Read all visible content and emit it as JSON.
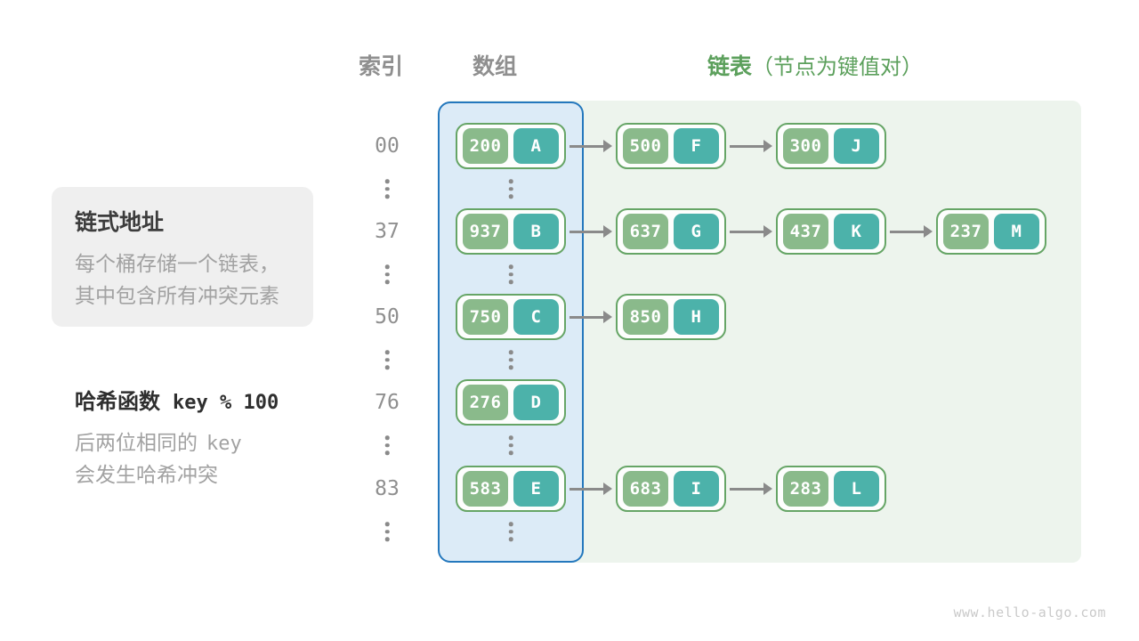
{
  "colors": {
    "key_box": "#8aba8b",
    "value_box": "#4cb2aa",
    "node_border": "#66a566",
    "array_fill": "#dcebf7",
    "array_border": "#2478bd",
    "list_fill": "#edf4ed",
    "header_green": "#5ca05c",
    "text_dark": "#3c3c3c",
    "text_gray": "#a2a2a2",
    "muted": "#8f8f8f",
    "arrow": "#8a8a8a",
    "panel": "#efefef",
    "watermark": "#cacaca"
  },
  "headers": {
    "index": "索引",
    "array": "数组",
    "list": "链表",
    "list_note": "（节点为键值对）"
  },
  "annotations": {
    "panel": {
      "title": "链式地址",
      "line1": "每个桶存储一个链表，",
      "line2": "其中包含所有冲突元素"
    },
    "hash": {
      "label": "哈希函数",
      "formula": "key % 100",
      "line2_text": "后两位相同的",
      "line2_mono": "key",
      "line3": "会发生哈希冲突"
    }
  },
  "table": {
    "rows": [
      {
        "index": "00",
        "nodes": [
          {
            "key": "200",
            "value": "A"
          },
          {
            "key": "500",
            "value": "F"
          },
          {
            "key": "300",
            "value": "J"
          }
        ]
      },
      {
        "index": "37",
        "nodes": [
          {
            "key": "937",
            "value": "B"
          },
          {
            "key": "637",
            "value": "G"
          },
          {
            "key": "437",
            "value": "K"
          },
          {
            "key": "237",
            "value": "M"
          }
        ]
      },
      {
        "index": "50",
        "nodes": [
          {
            "key": "750",
            "value": "C"
          },
          {
            "key": "850",
            "value": "H"
          }
        ]
      },
      {
        "index": "76",
        "nodes": [
          {
            "key": "276",
            "value": "D"
          }
        ]
      },
      {
        "index": "83",
        "nodes": [
          {
            "key": "583",
            "value": "E"
          },
          {
            "key": "683",
            "value": "I"
          },
          {
            "key": "283",
            "value": "L"
          }
        ]
      }
    ]
  },
  "footer": {
    "watermark": "www.hello-algo.com"
  }
}
